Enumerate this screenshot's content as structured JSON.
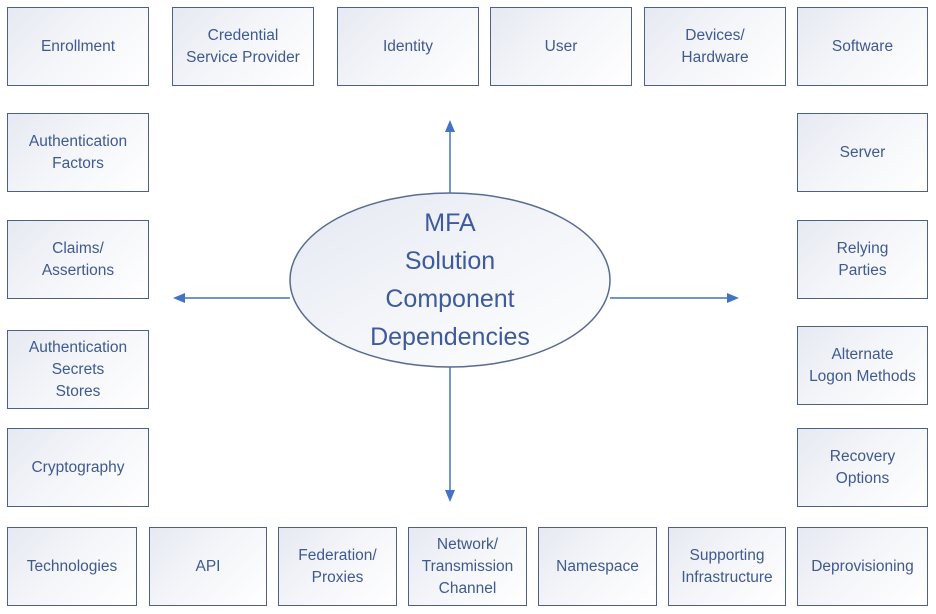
{
  "diagram": {
    "center": {
      "title": "MFA\nSolution\nComponent\nDependencies"
    },
    "colors": {
      "box_border": "#4f5f86",
      "text": "#3e5a8f",
      "arrow": "#4472c4",
      "ellipse_border": "#5a6a90"
    },
    "top_row": [
      {
        "label": "Enrollment"
      },
      {
        "label": "Credential\nService Provider"
      },
      {
        "label": "Identity"
      },
      {
        "label": "User"
      },
      {
        "label": "Devices/\nHardware"
      },
      {
        "label": "Software"
      }
    ],
    "left_column": [
      {
        "label": "Authentication\nFactors"
      },
      {
        "label": "Claims/\nAssertions"
      },
      {
        "label": "Authentication\nSecrets\nStores"
      },
      {
        "label": "Cryptography"
      }
    ],
    "right_column": [
      {
        "label": "Server"
      },
      {
        "label": "Relying\nParties"
      },
      {
        "label": "Alternate\nLogon Methods"
      },
      {
        "label": "Recovery\nOptions"
      }
    ],
    "bottom_row": [
      {
        "label": "Technologies"
      },
      {
        "label": "API"
      },
      {
        "label": "Federation/\nProxies"
      },
      {
        "label": "Network/\nTransmission\nChannel"
      },
      {
        "label": "Namespace"
      },
      {
        "label": "Supporting\nInfrastructure"
      },
      {
        "label": "Deprovisioning"
      }
    ],
    "arrows": [
      "up",
      "left",
      "right",
      "down"
    ]
  }
}
